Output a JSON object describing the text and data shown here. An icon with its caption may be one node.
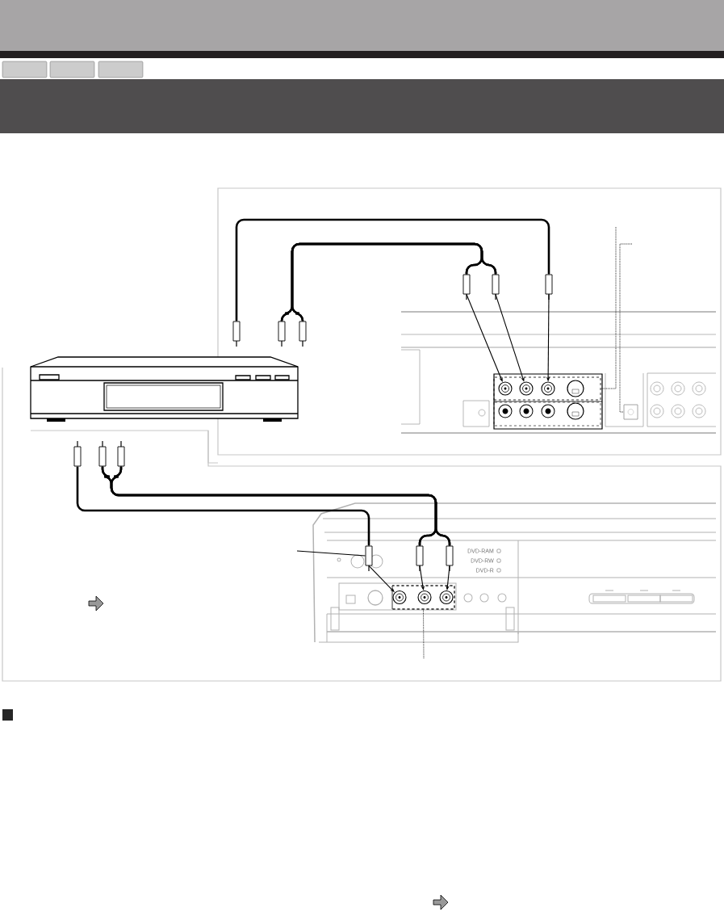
{
  "diagram": {
    "nodes": [
      {
        "text": [],
        "shape": "plug"
      },
      {
        "text": [],
        "shape": "plug"
      },
      {
        "text": [],
        "shape": "plug"
      },
      {
        "text": [],
        "shape": "plug"
      },
      {
        "text": [],
        "shape": "plug"
      },
      {
        "text": [],
        "shape": "plug"
      },
      {
        "text": [],
        "shape": "box"
      },
      {
        "text": [],
        "shape": "circle",
        "in": 6
      },
      {
        "text": [],
        "shape": "circle",
        "in": 6
      },
      {
        "text": [],
        "shape": "circle",
        "in": 6
      },
      {
        "text": [],
        "shape": "box"
      },
      {
        "text": [],
        "shape": "plug"
      },
      {
        "text": [],
        "shape": "plug"
      },
      {
        "text": [],
        "shape": "plug"
      },
      {
        "text": [],
        "shape": "plug"
      },
      {
        "text": [],
        "shape": "plug"
      },
      {
        "text": [],
        "shape": "plug"
      },
      {
        "text": [],
        "shape": "box"
      },
      {
        "text": [],
        "shape": "circle",
        "in": 17
      },
      {
        "text": [],
        "shape": "circle",
        "in": 17
      },
      {
        "text": [],
        "shape": "circle",
        "in": 17
      }
    ],
    "edges": [
      {
        "from": 0,
        "to": 5,
        "arrow": "none"
      },
      {
        "from": 1,
        "to": 3,
        "arrow": "none"
      },
      {
        "from": 1,
        "to": 4,
        "arrow": "none"
      },
      {
        "from": 2,
        "to": 3,
        "arrow": "none"
      },
      {
        "from": 2,
        "to": 4,
        "arrow": "none"
      },
      {
        "from": 3,
        "to": 7,
        "arrow": "to"
      },
      {
        "from": 4,
        "to": 8,
        "arrow": "to"
      },
      {
        "from": 5,
        "to": 9,
        "arrow": "to"
      },
      {
        "from": null,
        "to": 6,
        "arrow": "none",
        "style": "dashed"
      },
      {
        "from": null,
        "to": 10,
        "arrow": "none",
        "style": "dashed"
      },
      {
        "from": 11,
        "to": 14,
        "arrow": "none"
      },
      {
        "from": 12,
        "to": 15,
        "arrow": "none"
      },
      {
        "from": 12,
        "to": 16,
        "arrow": "none"
      },
      {
        "from": 13,
        "to": 15,
        "arrow": "none"
      },
      {
        "from": 13,
        "to": 16,
        "arrow": "none"
      },
      {
        "from": 14,
        "to": 18,
        "arrow": "to"
      },
      {
        "from": 15,
        "to": 19,
        "arrow": "to"
      },
      {
        "from": 16,
        "to": 20,
        "arrow": "to"
      },
      {
        "from": null,
        "to": 17,
        "arrow": "none",
        "style": "dashed"
      },
      {
        "from": null,
        "to": 14,
        "arrow": "none"
      }
    ],
    "labels": [
      "DVD-RAM",
      "DVD-RW",
      "DVD-R"
    ]
  }
}
